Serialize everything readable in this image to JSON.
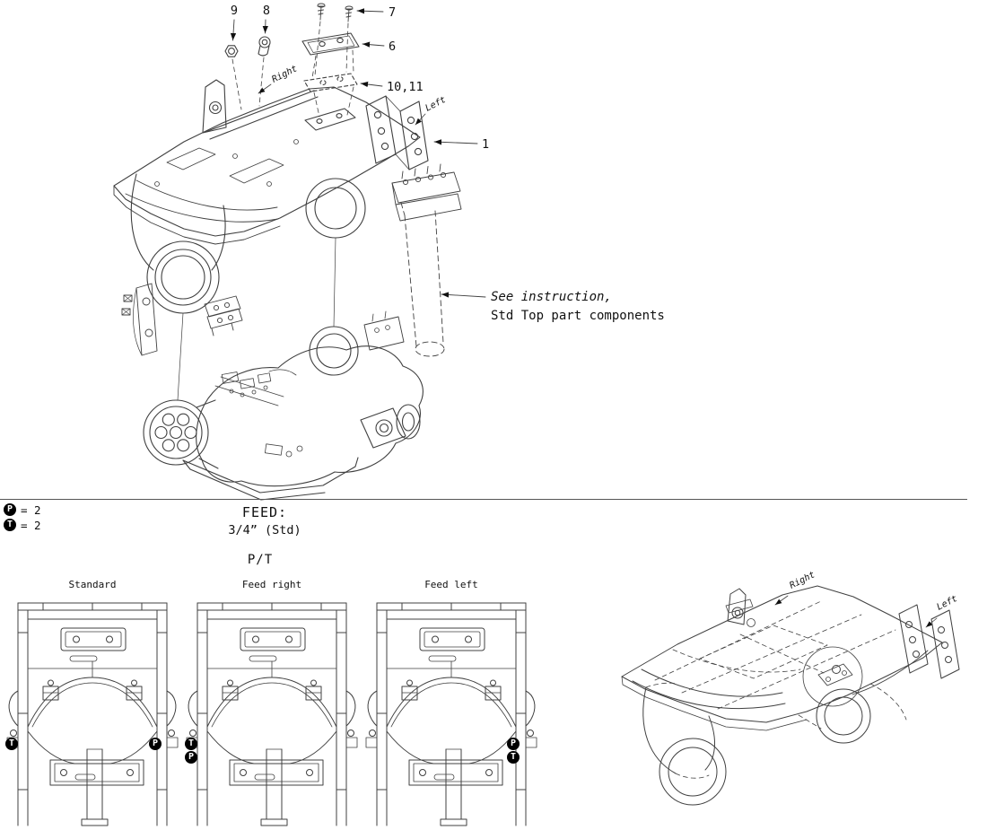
{
  "exploded_view": {
    "callout_9": "9",
    "callout_8": "8",
    "callout_7": "7",
    "callout_6": "6",
    "callout_10_11": "10,11",
    "callout_1": "1",
    "label_right": "Right",
    "label_left": "Left",
    "instruction_line1": "See instruction,",
    "instruction_line2": "Std Top part components"
  },
  "legend": {
    "p_letter": "P",
    "p_eq": "= 2",
    "t_letter": "T",
    "t_eq": "= 2"
  },
  "feed_block": {
    "title": "FEED:",
    "spec": "3/4” (Std)",
    "pt_heading": "P/T"
  },
  "front_views": {
    "standard": {
      "label": "Standard",
      "left_top": "T",
      "right_top": "P"
    },
    "feed_right": {
      "label": "Feed right",
      "left_top": "T",
      "left_bottom": "P"
    },
    "feed_left": {
      "label": "Feed left",
      "right_top": "P",
      "right_bottom": "T"
    }
  },
  "iso_view": {
    "label_right": "Right",
    "label_left": "Left"
  },
  "colors": {
    "line": "#404040",
    "text": "#111111",
    "badge_bg": "#000000",
    "badge_fg": "#ffffff"
  }
}
